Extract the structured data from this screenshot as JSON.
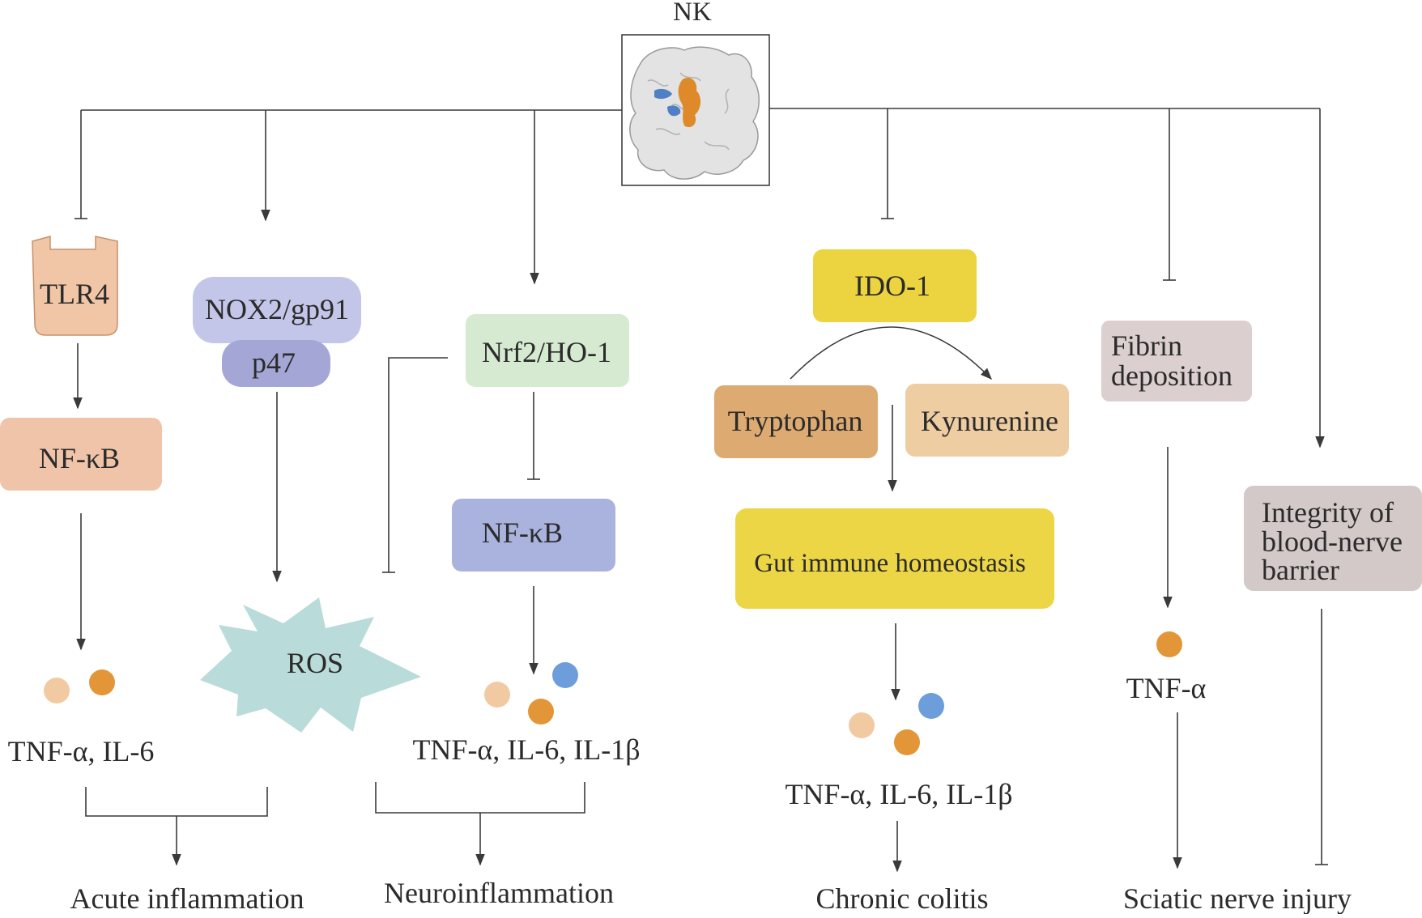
{
  "diagram": {
    "top_label": "NK",
    "receptors": {
      "tlr4": "TLR4",
      "nox2": "NOX2/gp91",
      "p47": "p47"
    },
    "nodes": {
      "nfkb_left": "NF-κB",
      "ros": "ROS",
      "nrf2": "Nrf2/HO-1",
      "nfkb_mid": "NF-κB",
      "ido1": "IDO-1",
      "tryptophan": "Tryptophan",
      "kynurenine": "Kynurenine",
      "gut": "Gut immune homeostasis",
      "fibrin_line1": "Fibrin",
      "fibrin_line2": "deposition",
      "bnb_line1": "Integrity of",
      "bnb_line2": "blood-nerve",
      "bnb_line3": "barrier"
    },
    "cytokines": {
      "c1": "TNF-α, IL-6",
      "c2": "TNF-α, IL-6, IL-1β",
      "c3": "TNF-α, IL-6, IL-1β",
      "c4": "TNF-α"
    },
    "outcomes": {
      "o1": "Acute inflammation",
      "o2": "Neuroinflammation",
      "o3": "Chronic colitis",
      "o4": "Sciatic nerve injury"
    }
  },
  "colors": {
    "tlr4": "#f1c6a6",
    "nfkb_left": "#efc4a8",
    "nox2": "#c3c6e8",
    "p47": "#a4a7d6",
    "ros": "#b9dbd9",
    "nrf2": "#d6ead1",
    "nfkb_mid": "#aab3dd",
    "ido1": "#ecd441",
    "tryptophan": "#ddaa72",
    "kynurenine": "#efcda3",
    "gut": "#ecd645",
    "fibrin": "#dccfcf",
    "bnb": "#d3c9c9",
    "dot_light": "#f2caa2",
    "dot_orange": "#e39638",
    "dot_blue": "#6d9edb",
    "protein_orange": "#de8a2a",
    "protein_blue": "#4f7fc4"
  }
}
